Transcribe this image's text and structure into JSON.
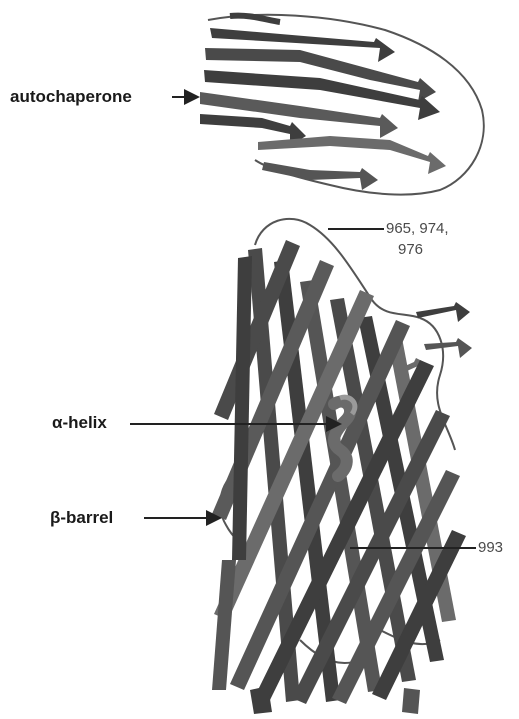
{
  "labels": {
    "autochaperone": "autochaperone",
    "residues_top_line1": "965, 974,",
    "residues_top_line2": "976",
    "alpha_helix": "α-helix",
    "beta_barrel": "β-barrel",
    "residue_993": "993"
  },
  "colors": {
    "ribbon_dark": "#3e3e3e",
    "ribbon_mid": "#6b6b6b",
    "ribbon_light": "#9a9a9a",
    "coil": "#555555",
    "pointer": "#222222"
  }
}
